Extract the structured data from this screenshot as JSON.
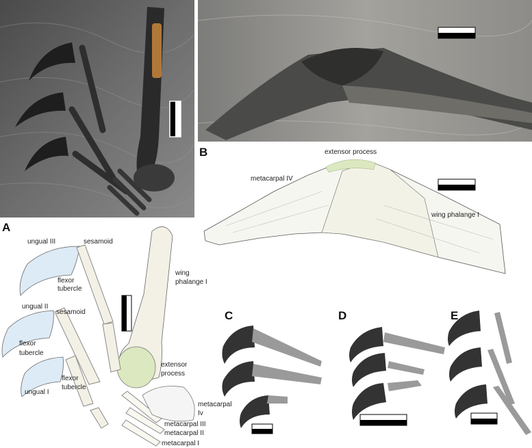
{
  "panels": {
    "A": "A",
    "B": "B",
    "C": "C",
    "D": "D",
    "E": "E"
  },
  "labels_a": {
    "ungual_iii": "ungual III",
    "sesamoid_1": "sesamoid",
    "flexor_1a": "flexor",
    "flexor_1b": "tubercle",
    "ungual_ii": "ungual II",
    "sesamoid_2": "sesamoid",
    "flexor_2a": "flexor",
    "flexor_2b": "tubercle",
    "ungual_i": "ungual I",
    "flexor_3a": "flexor",
    "flexor_3b": "tubercle",
    "wing_a": "wing",
    "wing_b": "phalange I",
    "extensor_a": "extensor",
    "extensor_b": "process",
    "metacarpal_a": "metacarpal",
    "metacarpal_b": "Iv",
    "metacarpal_iii": "metacarpal III",
    "metacarpal_ii": "metacarpal II",
    "metacarpal_i": "metacarpal I"
  },
  "labels_b": {
    "extensor": "extensor process",
    "metacarpal_iv": "metacarpal IV",
    "wing": "wing phalange I"
  },
  "colors": {
    "ungual_fill": "#dcebf5",
    "bone_fill": "#f3f1e6",
    "extensor_fill": "#dbe8c0",
    "dark_ungual": "#333333",
    "grey_bone": "#9a9a9a",
    "photo_bg": "#585858"
  }
}
